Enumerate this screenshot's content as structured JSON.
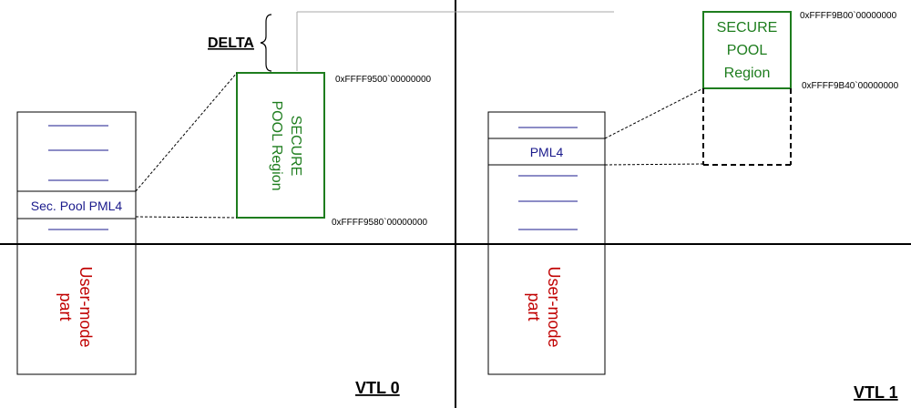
{
  "left": {
    "pml4_label": "Sec. Pool PML4",
    "user_mode_line1": "User-mode",
    "user_mode_line2": "part",
    "secure_line1": "SECURE",
    "secure_line2": "POOL Region",
    "addr_top": "0xFFFF9500`00000000",
    "addr_bottom": "0xFFFF9580`00000000",
    "delta": "DELTA",
    "vtl": "VTL 0"
  },
  "right": {
    "pml4_label": "PML4",
    "user_mode_line1": "User-mode",
    "user_mode_line2": "part",
    "secure_line1": "SECURE",
    "secure_line2": "POOL",
    "secure_line3": "Region",
    "addr_top": "0xFFFF9B00`00000000",
    "addr_bottom": "0xFFFF9B40`00000000",
    "vtl": "VTL 1"
  },
  "colors": {
    "entry_blue": "#1a1a8c",
    "secure_green": "#1e7d1e",
    "usermode_red": "#c00000"
  }
}
